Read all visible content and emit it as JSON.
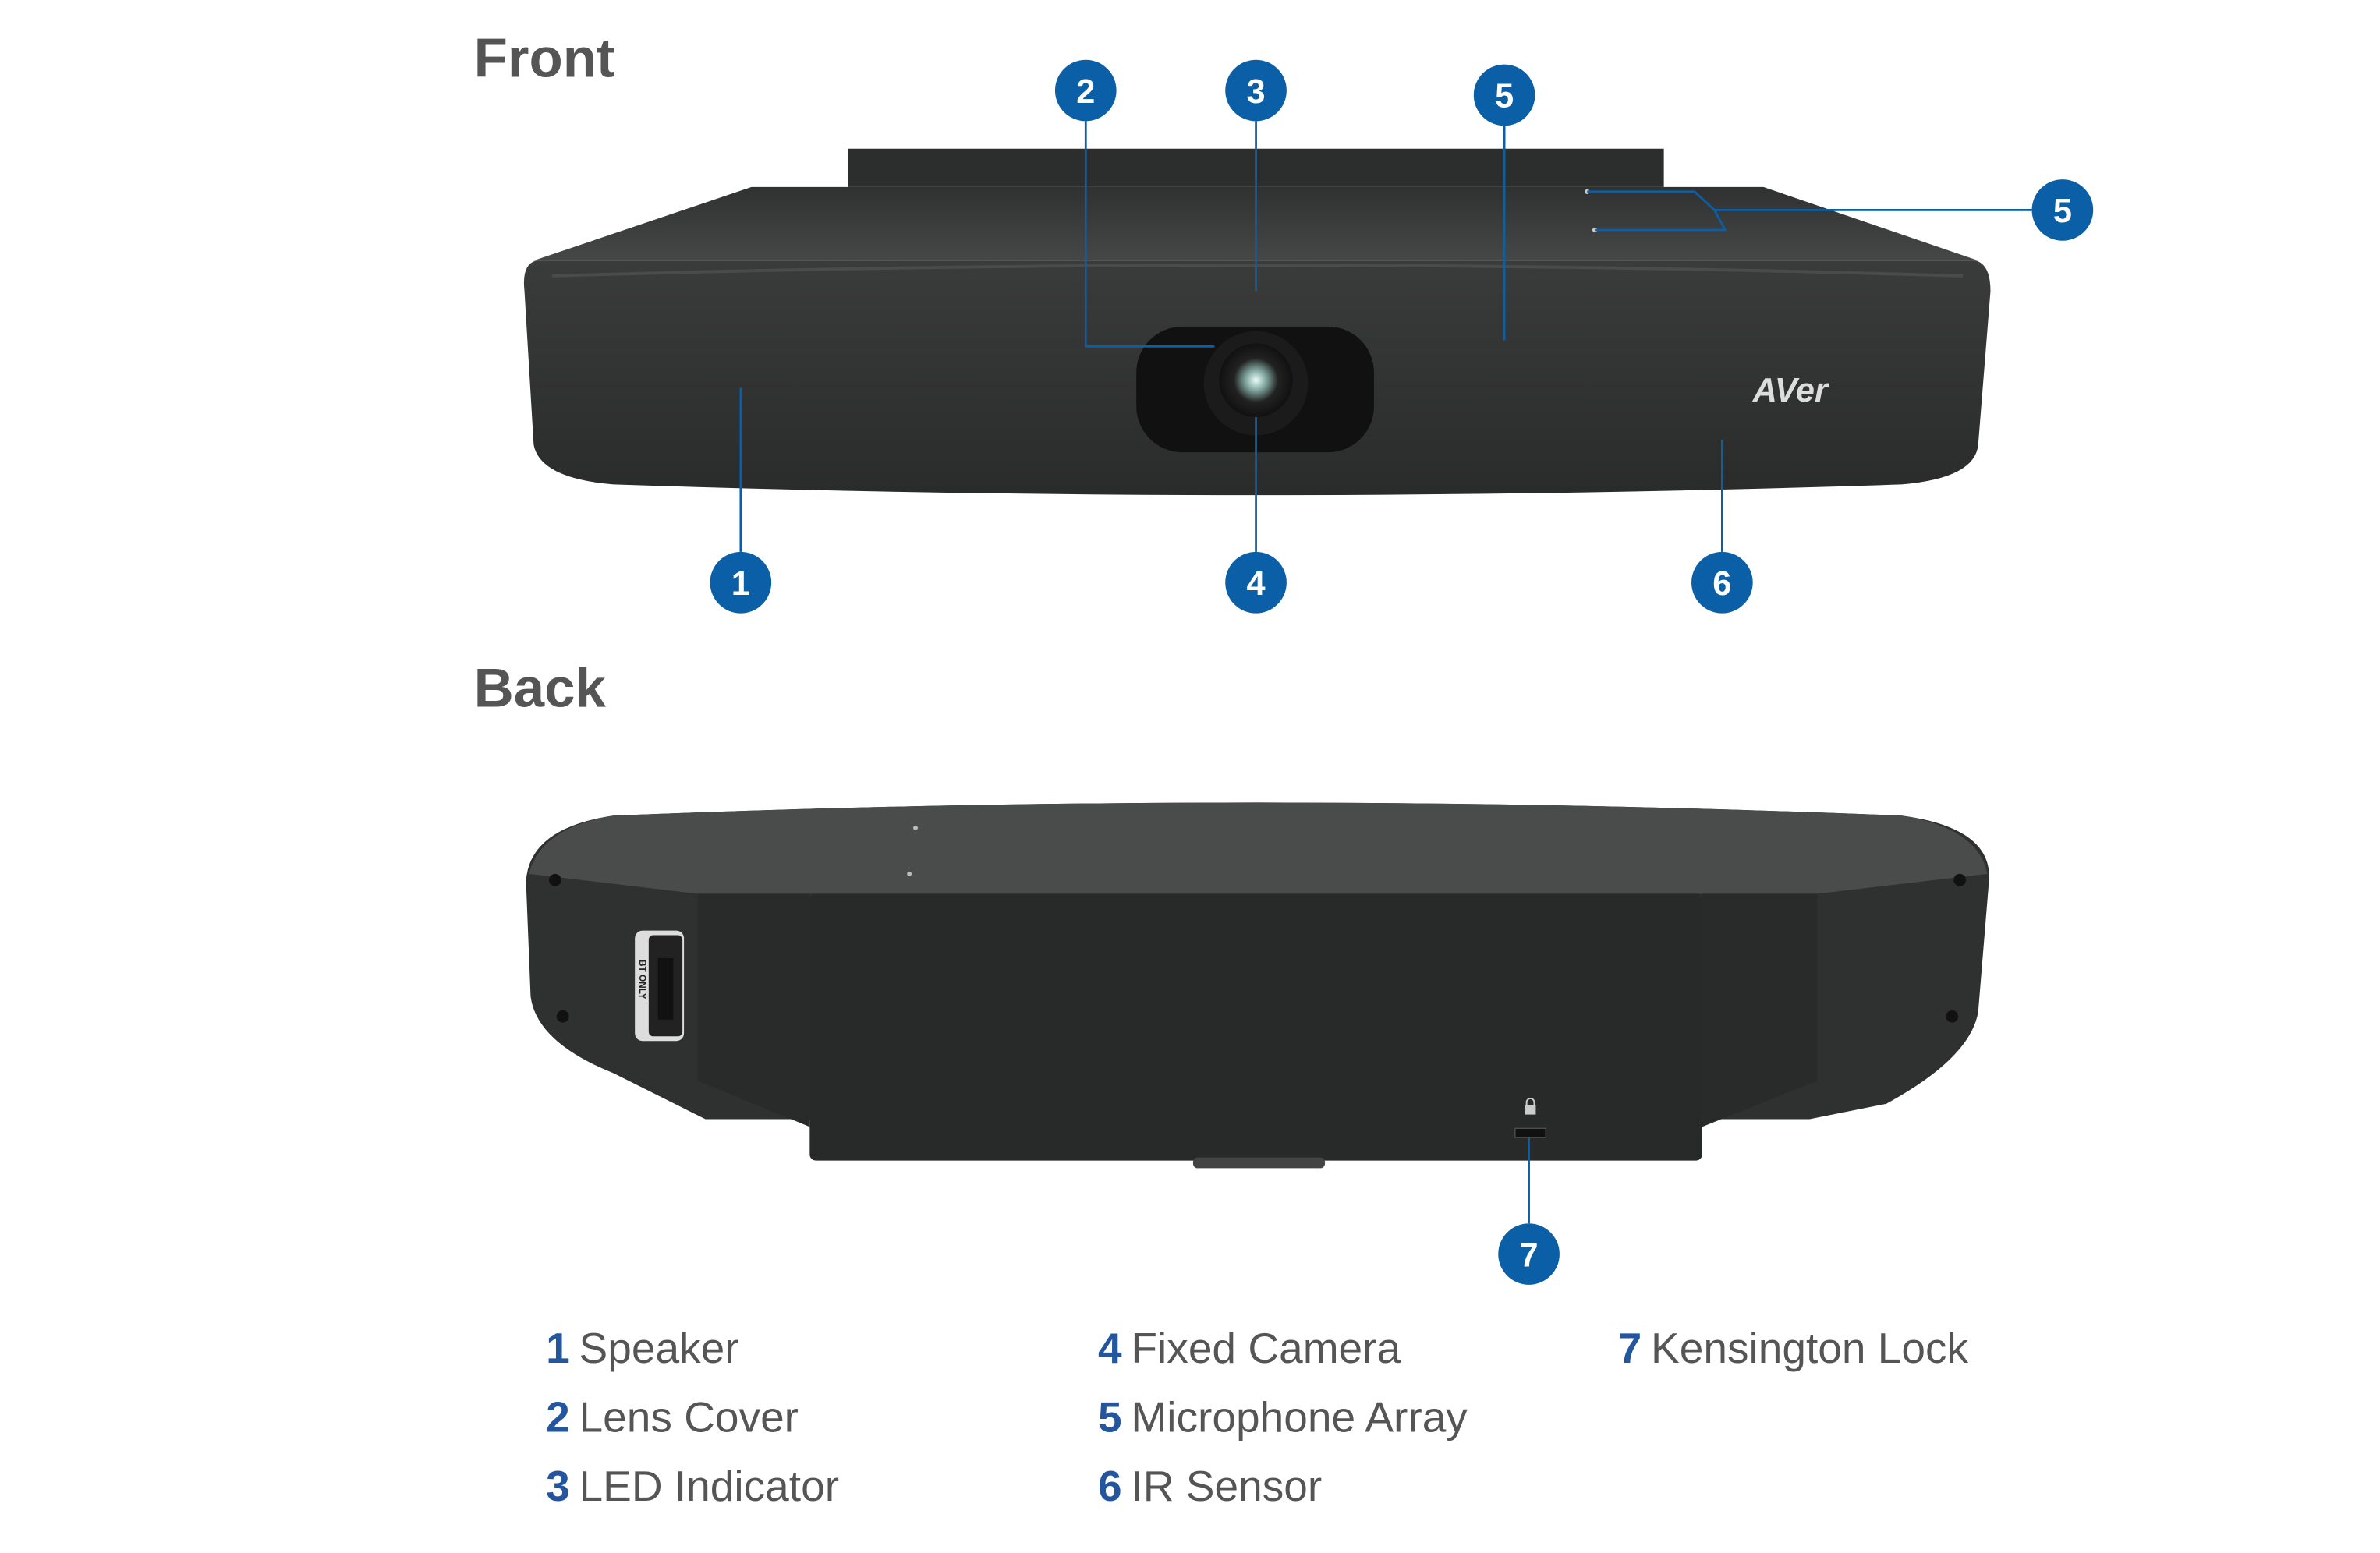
{
  "sections": {
    "front": "Front",
    "back": "Back"
  },
  "device": {
    "logo": "AVer",
    "port_label": "BT ONLY"
  },
  "colors": {
    "accent": "#0a5fa6",
    "legend_number": "#2456a0",
    "text": "#555555",
    "device": "#2a2b2b"
  },
  "callouts": {
    "c1": "1",
    "c2": "2",
    "c3": "3",
    "c4": "4",
    "c5a": "5",
    "c5b": "5",
    "c6": "6",
    "c7": "7"
  },
  "legend": [
    {
      "num": "1",
      "label": "Speaker"
    },
    {
      "num": "2",
      "label": "Lens Cover"
    },
    {
      "num": "3",
      "label": "LED Indicator"
    },
    {
      "num": "4",
      "label": "Fixed Camera"
    },
    {
      "num": "5",
      "label": "Microphone Array"
    },
    {
      "num": "6",
      "label": "IR Sensor"
    },
    {
      "num": "7",
      "label": "Kensington Lock"
    }
  ]
}
